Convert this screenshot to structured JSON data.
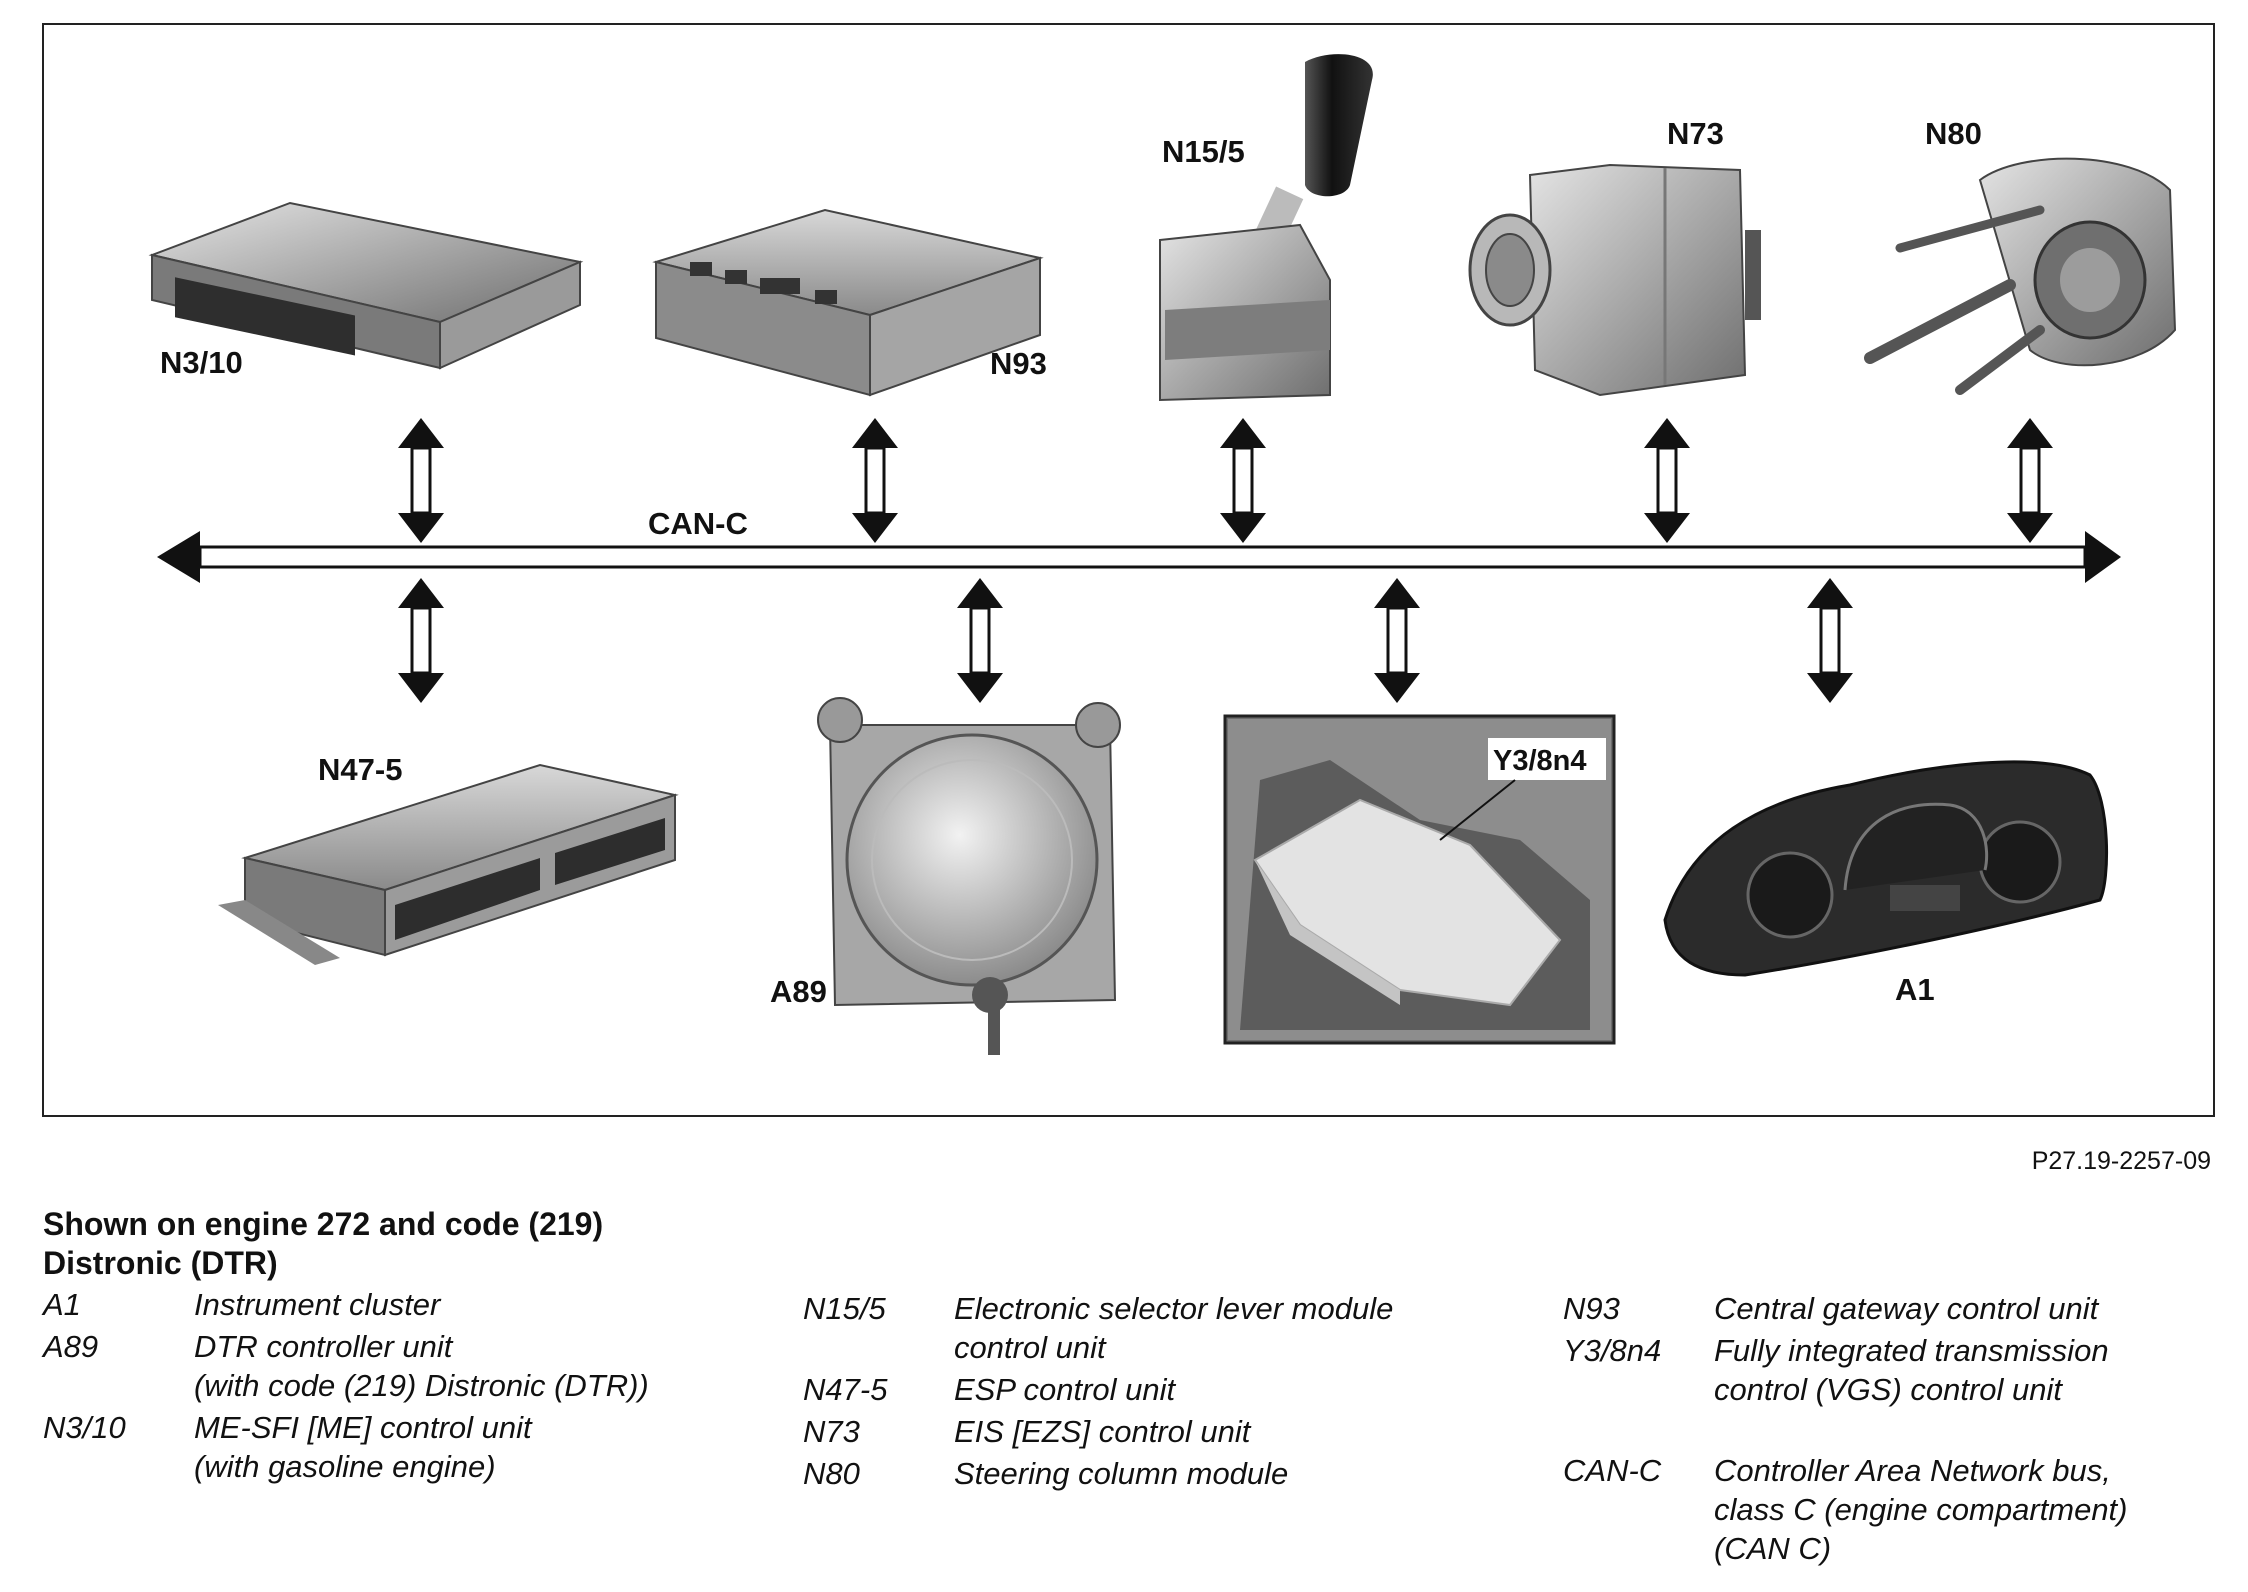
{
  "diagram": {
    "bus_label": "CAN-C",
    "components": [
      {
        "code": "N3/10"
      },
      {
        "code": "N93"
      },
      {
        "code": "N15/5"
      },
      {
        "code": "N73"
      },
      {
        "code": "N80"
      },
      {
        "code": "N47-5"
      },
      {
        "code": "A89"
      },
      {
        "code": "Y3/8n4"
      },
      {
        "code": "A1"
      }
    ],
    "figure_ref": "P27.19-2257-09"
  },
  "caption": {
    "line1": "Shown on engine 272 and code (219)",
    "line2": "Distronic (DTR)"
  },
  "legend": {
    "col1": [
      {
        "code": "A1",
        "desc": "Instrument cluster"
      },
      {
        "code": "A89",
        "desc": "DTR controller unit\n(with code (219) Distronic (DTR))"
      },
      {
        "code": "N3/10",
        "desc": "ME-SFI [ME] control unit\n(with gasoline engine)"
      }
    ],
    "col2": [
      {
        "code": "N15/5",
        "desc": "Electronic selector lever module\ncontrol unit"
      },
      {
        "code": "N47-5",
        "desc": "ESP control unit"
      },
      {
        "code": "N73",
        "desc": "EIS [EZS] control unit"
      },
      {
        "code": "N80",
        "desc": "Steering column module"
      }
    ],
    "col3": [
      {
        "code": "N93",
        "desc": "Central gateway control unit"
      },
      {
        "code": "Y3/8n4",
        "desc": "Fully integrated transmission\ncontrol (VGS) control unit"
      },
      {
        "code": "CAN-C",
        "desc": "Controller Area Network bus,\nclass C (engine compartment)\n(CAN C)"
      }
    ]
  }
}
